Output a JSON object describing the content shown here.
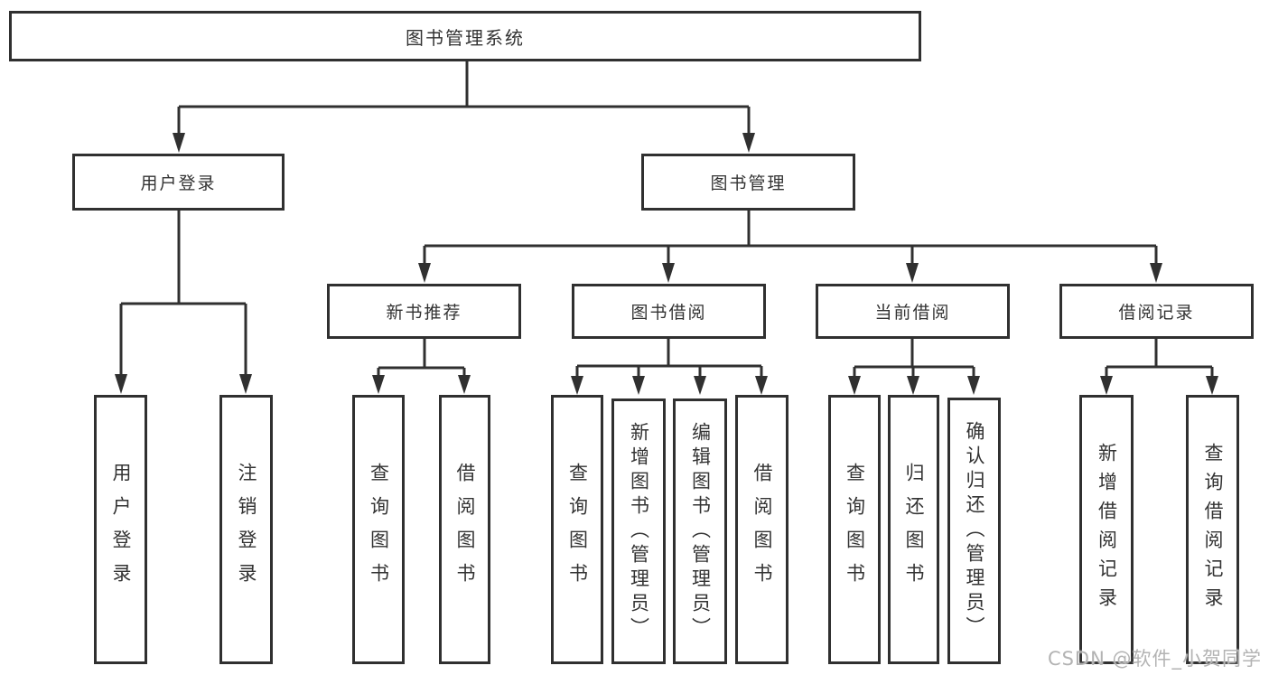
{
  "diagram": {
    "root": {
      "label": "图书管理系统",
      "children": [
        {
          "label": "用户登录",
          "children": [
            {
              "label": "用户登录"
            },
            {
              "label": "注销登录"
            }
          ]
        },
        {
          "label": "图书管理",
          "children": [
            {
              "label": "新书推荐",
              "children": [
                {
                  "label": "查询图书"
                },
                {
                  "label": "借阅图书"
                }
              ]
            },
            {
              "label": "图书借阅",
              "children": [
                {
                  "label": "查询图书"
                },
                {
                  "label": "新增图书（管理员）"
                },
                {
                  "label": "编辑图书（管理员）"
                },
                {
                  "label": "借阅图书"
                }
              ]
            },
            {
              "label": "当前借阅",
              "children": [
                {
                  "label": "查询图书"
                },
                {
                  "label": "归还图书"
                },
                {
                  "label": "确认归还（管理员）"
                }
              ]
            },
            {
              "label": "借阅记录",
              "children": [
                {
                  "label": "新增借阅记录"
                },
                {
                  "label": "查询借阅记录"
                }
              ]
            }
          ]
        }
      ]
    },
    "watermark": "CSDN @软件_小贺同学",
    "colors": {
      "line": "#303030",
      "text": "#333333",
      "watermark": "#b3b3b3",
      "background": "#ffffff"
    }
  }
}
